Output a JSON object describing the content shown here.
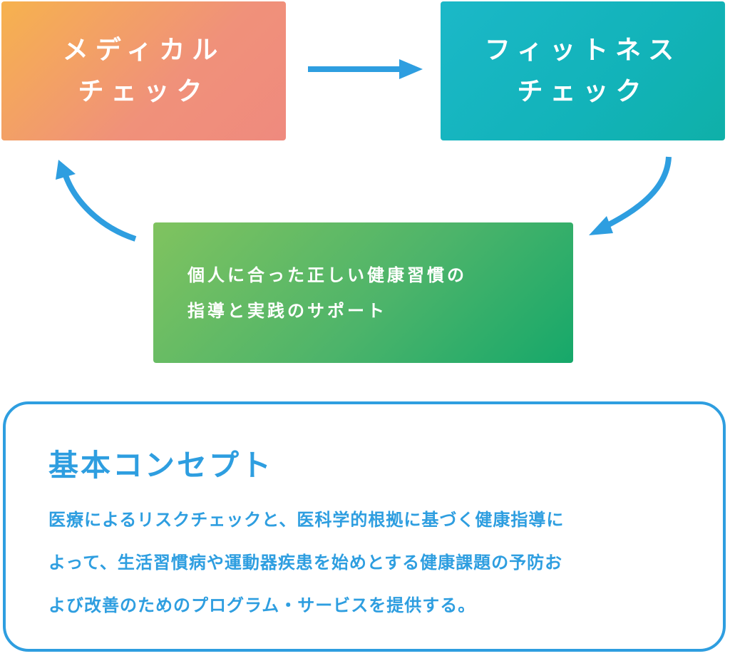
{
  "diagram": {
    "medical_check": {
      "label": "メディカル\nチェック",
      "color": "#f2a16a"
    },
    "fitness_check": {
      "label": "フィットネス\nチェック",
      "color": "#16b4bc"
    },
    "guidance": {
      "label": "個人に合った正しい健康習慣の\n指導と実践のサポート",
      "color": "#4db46a"
    },
    "arrow_color": "#2e9ee0"
  },
  "concept": {
    "title": "基本コンセプト",
    "lines": [
      "医療によるリスクチェックと、医科学的根拠に基づく健康指導に",
      "よって、生活習慣病や運動器疾患を始めとする健康課題の予防お",
      "よび改善のためのプログラム・サービスを提供する。"
    ],
    "color": "#2e9ee0"
  }
}
